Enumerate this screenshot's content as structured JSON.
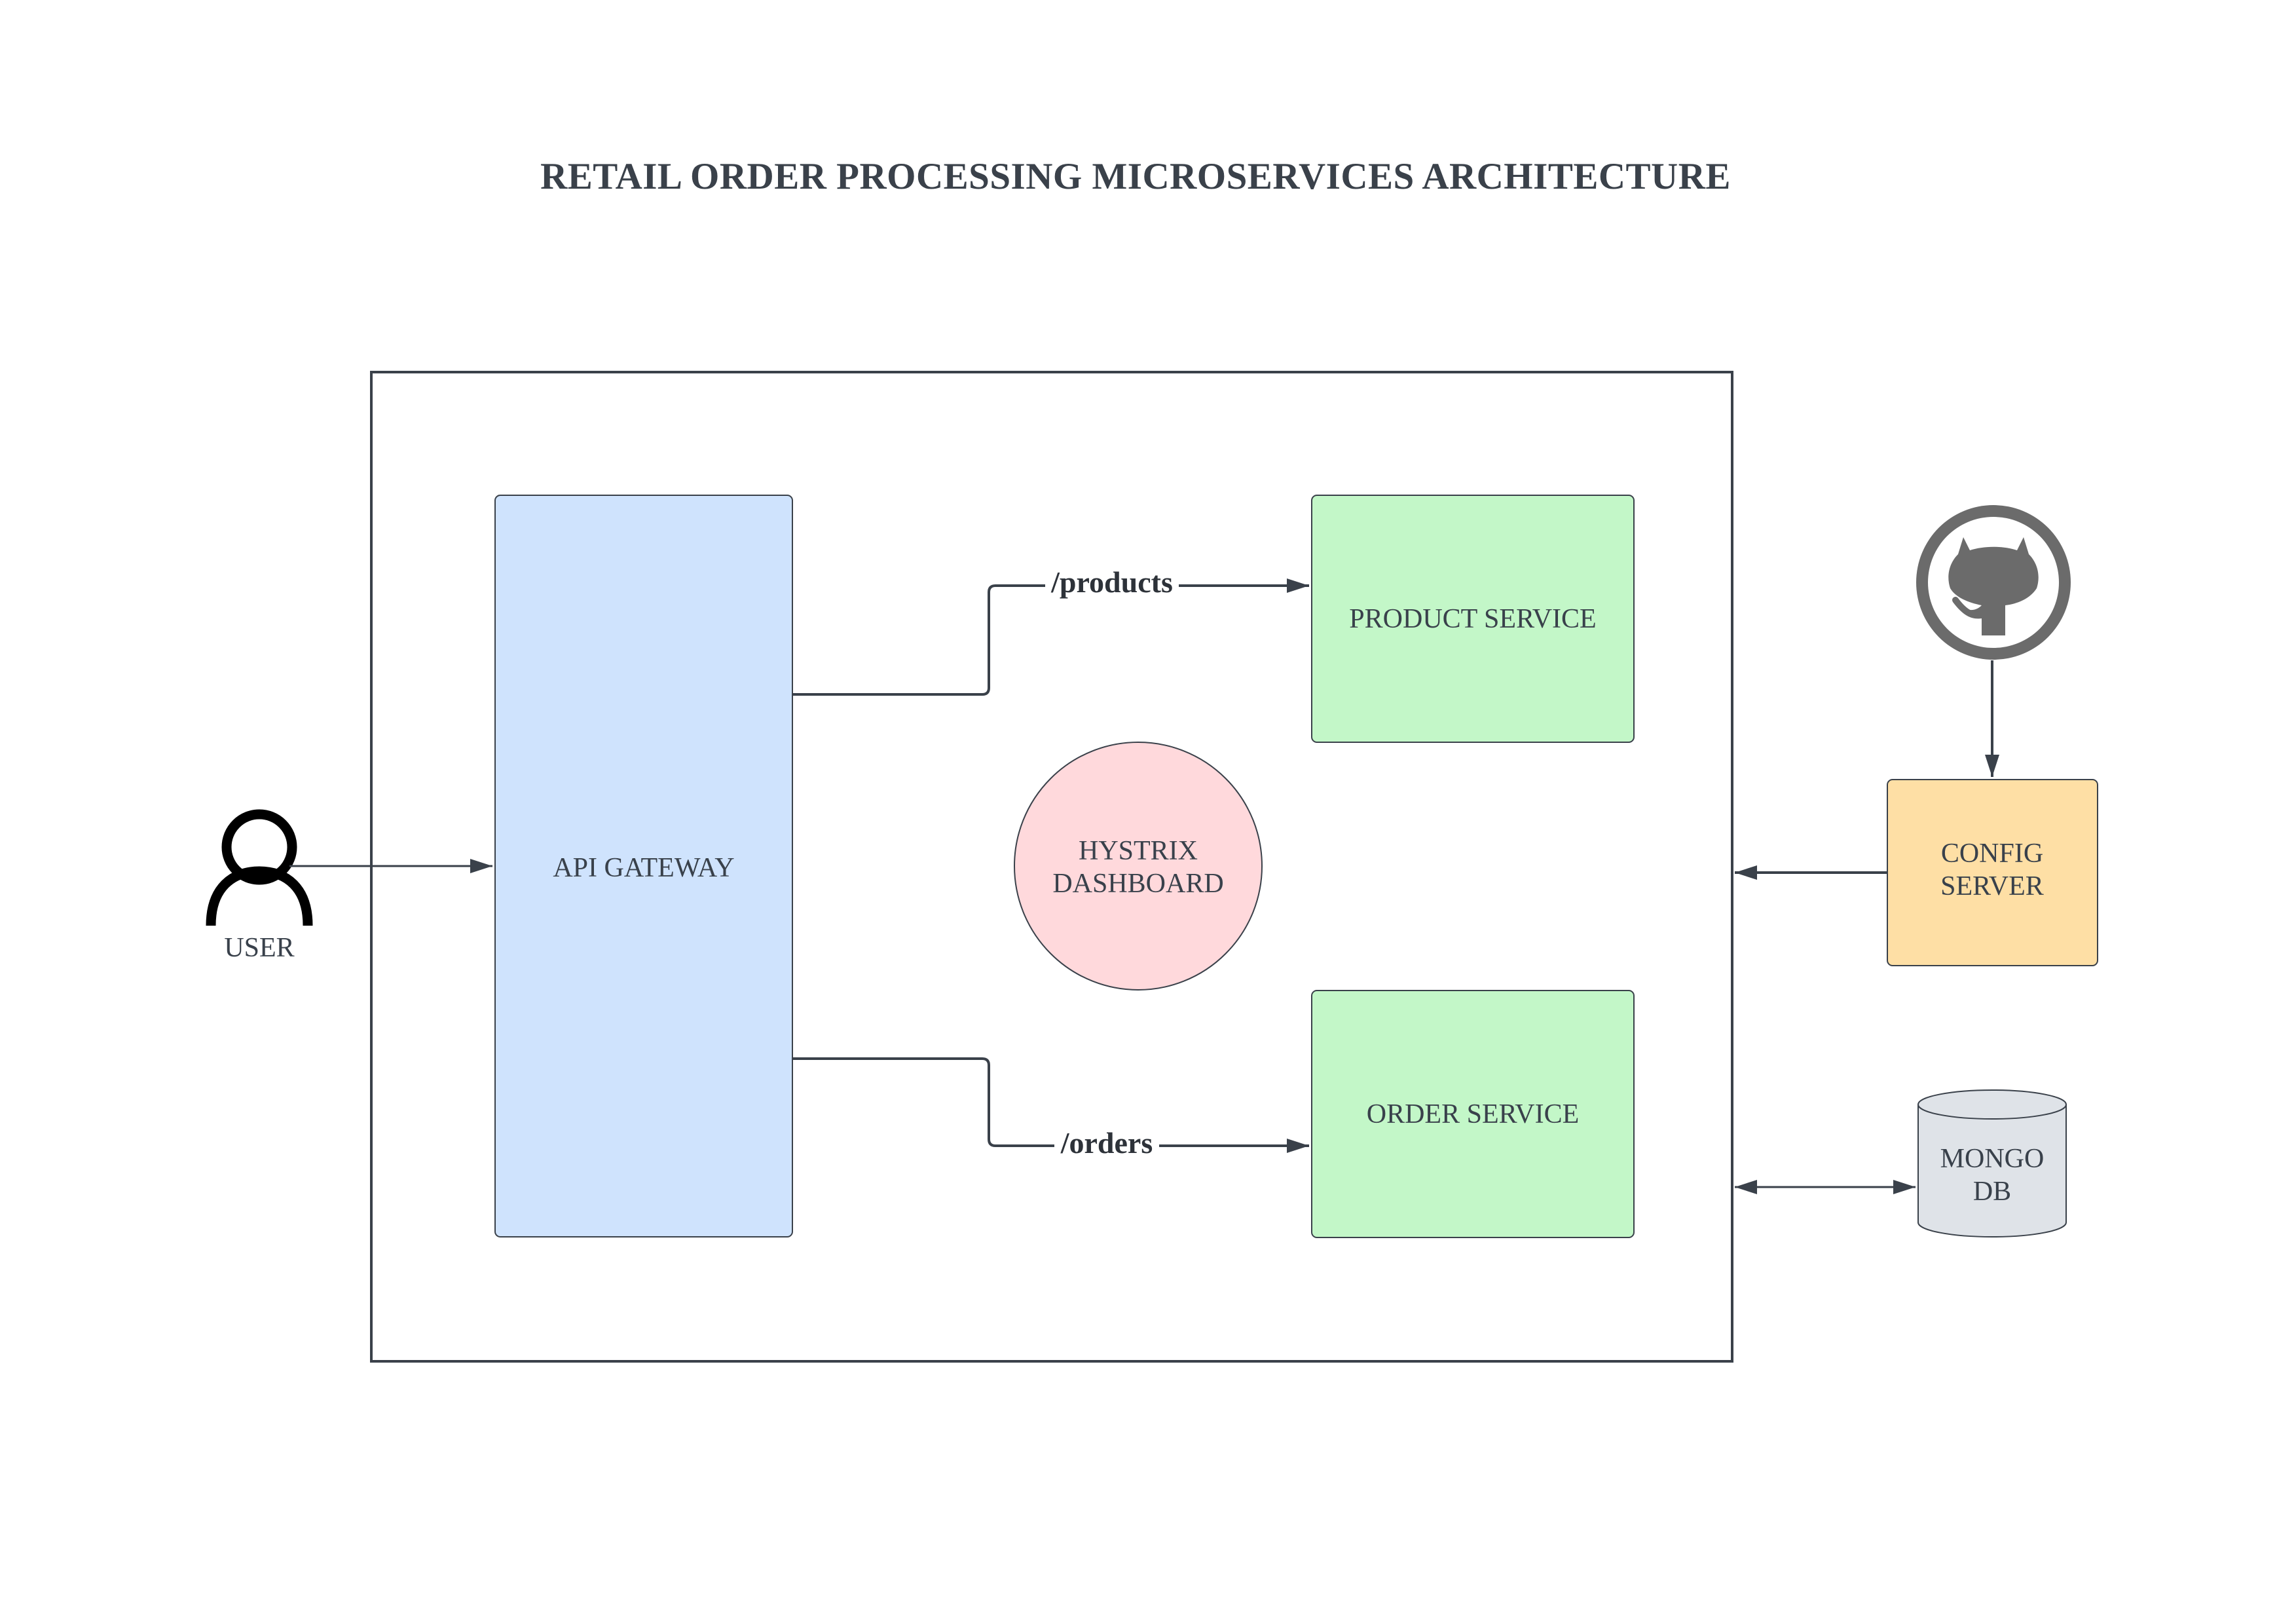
{
  "title": "RETAIL ORDER PROCESSING MICROSERVICES ARCHITECTURE",
  "nodes": {
    "user": {
      "label": "USER"
    },
    "api_gateway": {
      "label": "API GATEWAY",
      "fill": "#cfe3fd"
    },
    "product_service": {
      "label": "PRODUCT SERVICE",
      "fill": "#c3f7c8"
    },
    "order_service": {
      "label": "ORDER SERVICE",
      "fill": "#c3f7c8"
    },
    "hystrix_dashboard": {
      "lines": [
        "HYSTRIX",
        "DASHBOARD"
      ],
      "fill": "#ffd9dc"
    },
    "config_server": {
      "lines": [
        "CONFIG",
        "SERVER"
      ],
      "fill": "#fedfa5"
    },
    "mongo_db": {
      "lines": [
        "MONGO",
        "DB"
      ],
      "fill": "#dfe3e8"
    },
    "github": {
      "icon": "github-octocat-icon"
    }
  },
  "edges": {
    "products_route": {
      "label": "/products"
    },
    "orders_route": {
      "label": "/orders"
    }
  },
  "colors": {
    "line": "#3a414a",
    "title": "#3a414a",
    "github": "#6b6b6b"
  }
}
